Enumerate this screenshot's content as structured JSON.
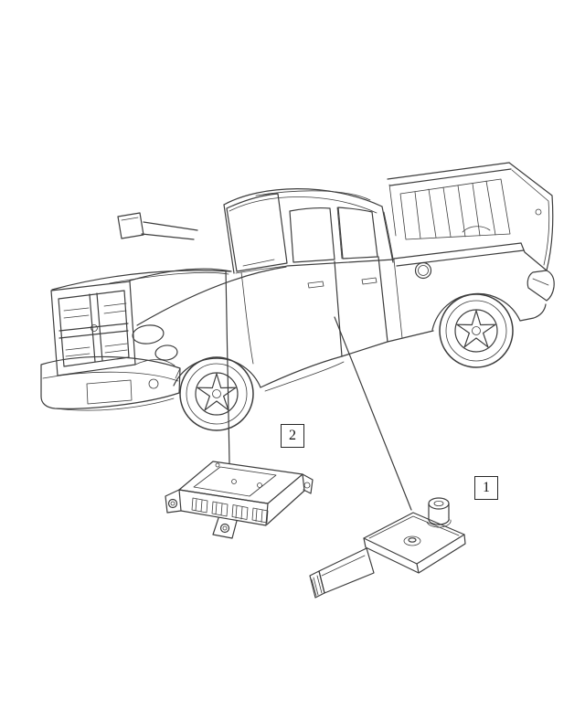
{
  "diagram": {
    "background": "#ffffff",
    "line_color": "#3d3d3d",
    "callouts": [
      {
        "label": "1",
        "part": "impact-sensor-illustration"
      },
      {
        "label": "2",
        "part": "control-module-illustration"
      }
    ],
    "illustrations": {
      "vehicle": "pickup-truck-line-art",
      "part_1": "side-impact-sensor",
      "part_2": "airbag-control-module"
    }
  }
}
